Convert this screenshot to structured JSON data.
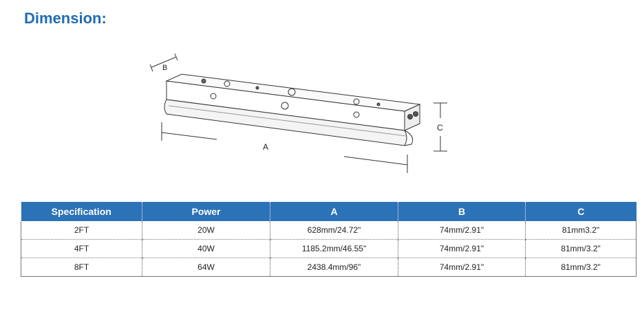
{
  "title": "Dimension:",
  "drawing": {
    "label_a": "A",
    "label_b": "B",
    "label_c": "C"
  },
  "table": {
    "headers": [
      "Specification",
      "Power",
      "A",
      "B",
      "C"
    ],
    "rows": [
      [
        "2FT",
        "20W",
        "628mm/24.72\"",
        "74mm/2.91\"",
        "81mm3.2\""
      ],
      [
        "4FT",
        "40W",
        "1185.2mm/46.55\"",
        "74mm/2.91\"",
        "81mm/3.2\""
      ],
      [
        "8FT",
        "64W",
        "2438.4mm/96\"",
        "74mm/2.91\"",
        "81mm/3.2\""
      ]
    ]
  },
  "colors": {
    "title": "#1f6db3",
    "header_bg": "#2c72b6"
  }
}
